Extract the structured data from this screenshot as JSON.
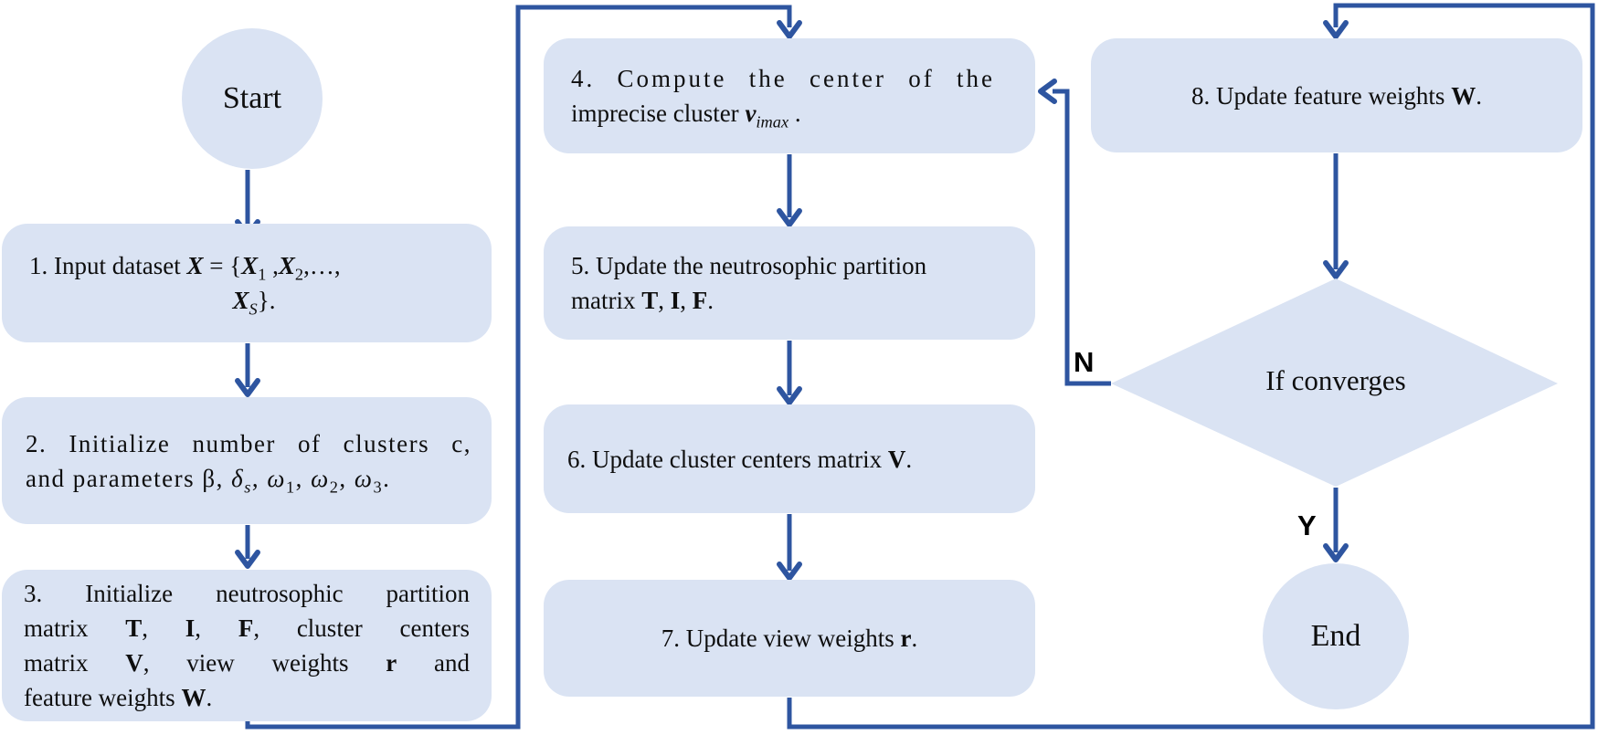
{
  "colors": {
    "node_fill": "#dae3f3",
    "connector": "#2e55a0",
    "text": "#0e0e0e",
    "branch_label": "#000000"
  },
  "flowchart": {
    "start": {
      "label": "Start"
    },
    "end": {
      "label": "End"
    },
    "decision": {
      "label": "If converges"
    },
    "branches": {
      "no": "N",
      "yes": "Y"
    },
    "steps": {
      "s1": {
        "lines": [
          "1. Input dataset <b><i>X</i></b> = {<b><i>X</i></b><sub>1</sub> ,<b><i>X</i></b><sub>2</sub>,…,",
          "<b><i>X</i></b><sub><i>S</i></sub>}."
        ]
      },
      "s2": {
        "lines": [
          "2. Initialize number of clusters c,",
          "and parameters β, <i>δ</i><sub><i>s</i></sub>, <i>ω</i><sub>1</sub>, <i>ω</i><sub>2</sub>, <i>ω</i><sub>3</sub>."
        ]
      },
      "s3": {
        "lines": [
          "3. Initialize neutrosophic partition",
          "matrix <b>T</b>, <b>I</b>, <b>F</b>, cluster centers",
          "matrix <b>V</b>, view weights <b>r</b> and",
          "feature weights <b>W</b>."
        ]
      },
      "s4": {
        "lines": [
          "4. Compute the center of the",
          "imprecise cluster <b><i>v</i></b><sub><i>imax</i></sub> ."
        ]
      },
      "s5": {
        "lines": [
          "5. Update the neutrosophic partition",
          "matrix <b>T</b>, <b>I</b>, <b>F</b>."
        ]
      },
      "s6": {
        "line": "6. Update cluster centers matrix <b>V</b>."
      },
      "s7": {
        "line": "7. Update view weights <b>r</b>."
      },
      "s8": {
        "line": "8. Update feature weights <b>W</b>."
      }
    }
  }
}
